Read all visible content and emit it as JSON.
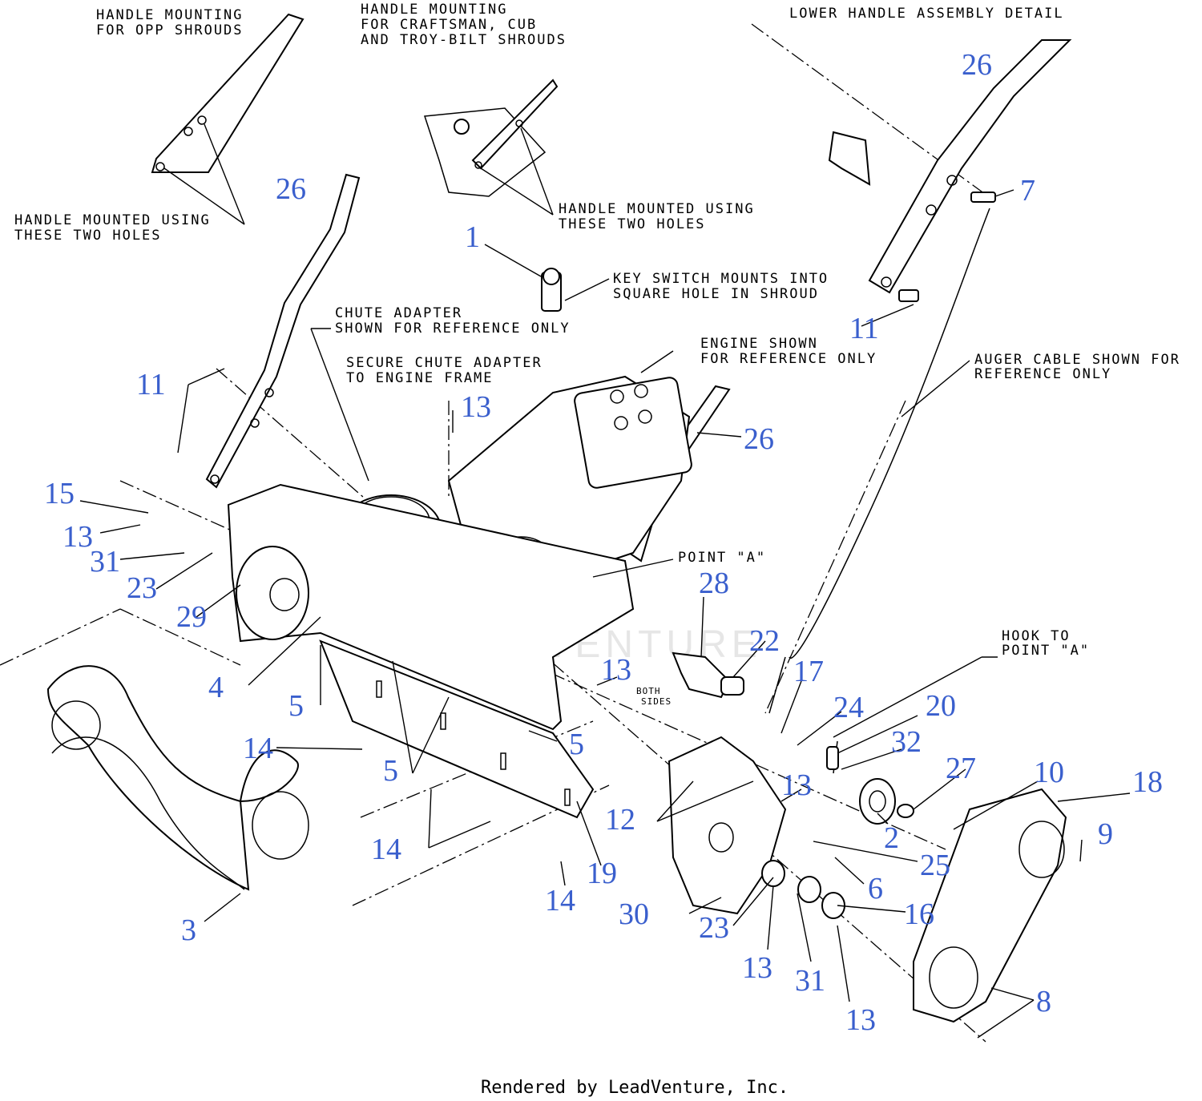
{
  "notes": {
    "opp_shrouds": [
      "HANDLE MOUNTING",
      "FOR OPP SHROUDS"
    ],
    "craftsman_shrouds": [
      "HANDLE MOUNTING",
      "FOR CRAFTSMAN, CUB",
      "AND TROY-BILT SHROUDS"
    ],
    "lower_handle": [
      "LOWER HANDLE ASSEMBLY DETAIL"
    ],
    "two_holes_left": [
      "HANDLE MOUNTED USING",
      "THESE TWO HOLES"
    ],
    "two_holes_center": [
      "HANDLE MOUNTED USING",
      "THESE TWO HOLES"
    ],
    "key_switch": [
      "KEY SWITCH MOUNTS INTO",
      "SQUARE HOLE IN SHROUD"
    ],
    "chute_adapter": [
      "CHUTE ADAPTER",
      "SHOWN FOR REFERENCE ONLY"
    ],
    "secure_chute": [
      "SECURE CHUTE ADAPTER",
      "TO ENGINE FRAME"
    ],
    "engine": [
      "ENGINE SHOWN",
      "FOR REFERENCE ONLY"
    ],
    "auger_cable": [
      "AUGER CABLE SHOWN FOR",
      "REFERENCE ONLY"
    ],
    "point_a": [
      "POINT \"A\""
    ],
    "hook_point_a": [
      "HOOK TO",
      "POINT \"A\""
    ],
    "both_sides": [
      "BOTH",
      "SIDES"
    ]
  },
  "callouts": [
    {
      "id": "c26a",
      "label": "26"
    },
    {
      "id": "c7",
      "label": "7"
    },
    {
      "id": "c1",
      "label": "1"
    },
    {
      "id": "c26b",
      "label": "26"
    },
    {
      "id": "c11a",
      "label": "11"
    },
    {
      "id": "c11b",
      "label": "11"
    },
    {
      "id": "c13a",
      "label": "13"
    },
    {
      "id": "c26c",
      "label": "26"
    },
    {
      "id": "c15",
      "label": "15"
    },
    {
      "id": "c13b",
      "label": "13"
    },
    {
      "id": "c31a",
      "label": "31"
    },
    {
      "id": "c23a",
      "label": "23"
    },
    {
      "id": "c29",
      "label": "29"
    },
    {
      "id": "c28",
      "label": "28"
    },
    {
      "id": "c22",
      "label": "22"
    },
    {
      "id": "c17",
      "label": "17"
    },
    {
      "id": "c13c",
      "label": "13"
    },
    {
      "id": "c4",
      "label": "4"
    },
    {
      "id": "c5a",
      "label": "5"
    },
    {
      "id": "c24",
      "label": "24"
    },
    {
      "id": "c20",
      "label": "20"
    },
    {
      "id": "c32",
      "label": "32"
    },
    {
      "id": "c14a",
      "label": "14"
    },
    {
      "id": "c5b",
      "label": "5"
    },
    {
      "id": "c5c",
      "label": "5"
    },
    {
      "id": "c27",
      "label": "27"
    },
    {
      "id": "c10",
      "label": "10"
    },
    {
      "id": "c18",
      "label": "18"
    },
    {
      "id": "c13d",
      "label": "13"
    },
    {
      "id": "c12",
      "label": "12"
    },
    {
      "id": "c2",
      "label": "2"
    },
    {
      "id": "c9",
      "label": "9"
    },
    {
      "id": "c25",
      "label": "25"
    },
    {
      "id": "c14b",
      "label": "14"
    },
    {
      "id": "c19",
      "label": "19"
    },
    {
      "id": "c6",
      "label": "6"
    },
    {
      "id": "c16",
      "label": "16"
    },
    {
      "id": "c14c",
      "label": "14"
    },
    {
      "id": "c30",
      "label": "30"
    },
    {
      "id": "c23b",
      "label": "23"
    },
    {
      "id": "c3",
      "label": "3"
    },
    {
      "id": "c13e",
      "label": "13"
    },
    {
      "id": "c31b",
      "label": "31"
    },
    {
      "id": "c8",
      "label": "8"
    },
    {
      "id": "c13f",
      "label": "13"
    }
  ],
  "credit": "Rendered by LeadVenture, Inc.",
  "watermark": "LEADVENTURE"
}
